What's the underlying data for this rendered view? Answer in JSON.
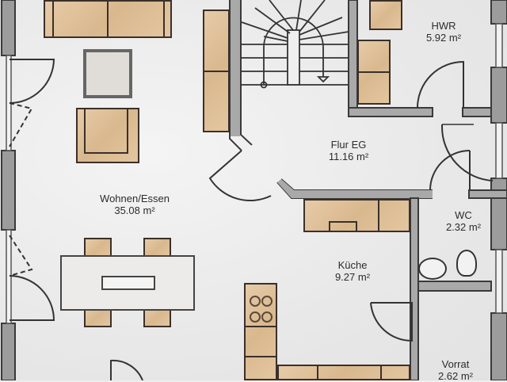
{
  "rooms": [
    {
      "name": "Wohnen/Essen",
      "area": "35.08 m²"
    },
    {
      "name": "Flur EG",
      "area": "11.16 m²"
    },
    {
      "name": "HWR",
      "area": "5.92 m²"
    },
    {
      "name": "WC",
      "area": "2.32 m²"
    },
    {
      "name": "Küche",
      "area": "9.27 m²"
    },
    {
      "name": "Vorrat",
      "area": "2.62 m²"
    }
  ],
  "colors": {
    "wall_fill": "#9c9c9c",
    "wall_outline": "#3a3a3a",
    "furniture": "#ddbd94",
    "floor": "#eeeeee"
  }
}
